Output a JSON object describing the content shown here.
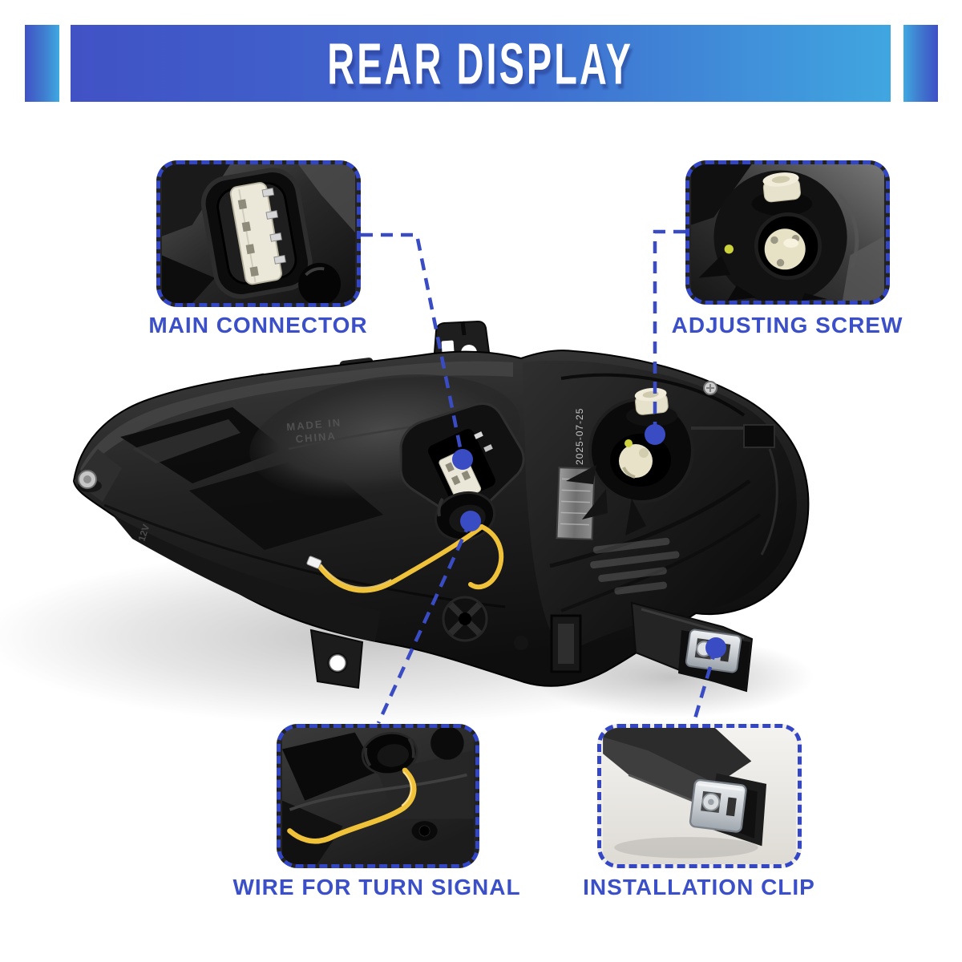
{
  "banner": {
    "title": "REAR DISPLAY",
    "gradient_left": "#4152c5",
    "gradient_right": "#40a6e0"
  },
  "callouts": {
    "main_connector": {
      "label": "MAIN CONNECTOR"
    },
    "adjusting_screw": {
      "label": "ADJUSTING SCREW"
    },
    "wire_turn_signal": {
      "label": "WIRE FOR TURN SIGNAL"
    },
    "installation_clip": {
      "label": "INSTALLATION CLIP"
    }
  },
  "markings": {
    "date_code": "2025-07-25",
    "made_in_line1": "MADE IN",
    "made_in_line2": "CHINA",
    "voltage": "12V"
  },
  "colors": {
    "accent_blue": "#3a4cc3",
    "label_blue": "#3b4fc8",
    "wire_yellow": "#f0c23a"
  }
}
